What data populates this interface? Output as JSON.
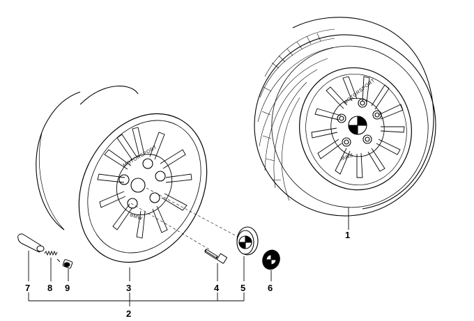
{
  "diagram": {
    "rim_text_top": "MOTORSPORT",
    "rim_text_bottom": "BMW",
    "callouts": [
      {
        "id": "1",
        "label": "1"
      },
      {
        "id": "2",
        "label": "2"
      },
      {
        "id": "3",
        "label": "3"
      },
      {
        "id": "4",
        "label": "4"
      },
      {
        "id": "5",
        "label": "5"
      },
      {
        "id": "6",
        "label": "6"
      },
      {
        "id": "7",
        "label": "7"
      },
      {
        "id": "8",
        "label": "8"
      },
      {
        "id": "9",
        "label": "9"
      }
    ],
    "colors": {
      "line": "#000000",
      "background": "#ffffff"
    }
  }
}
